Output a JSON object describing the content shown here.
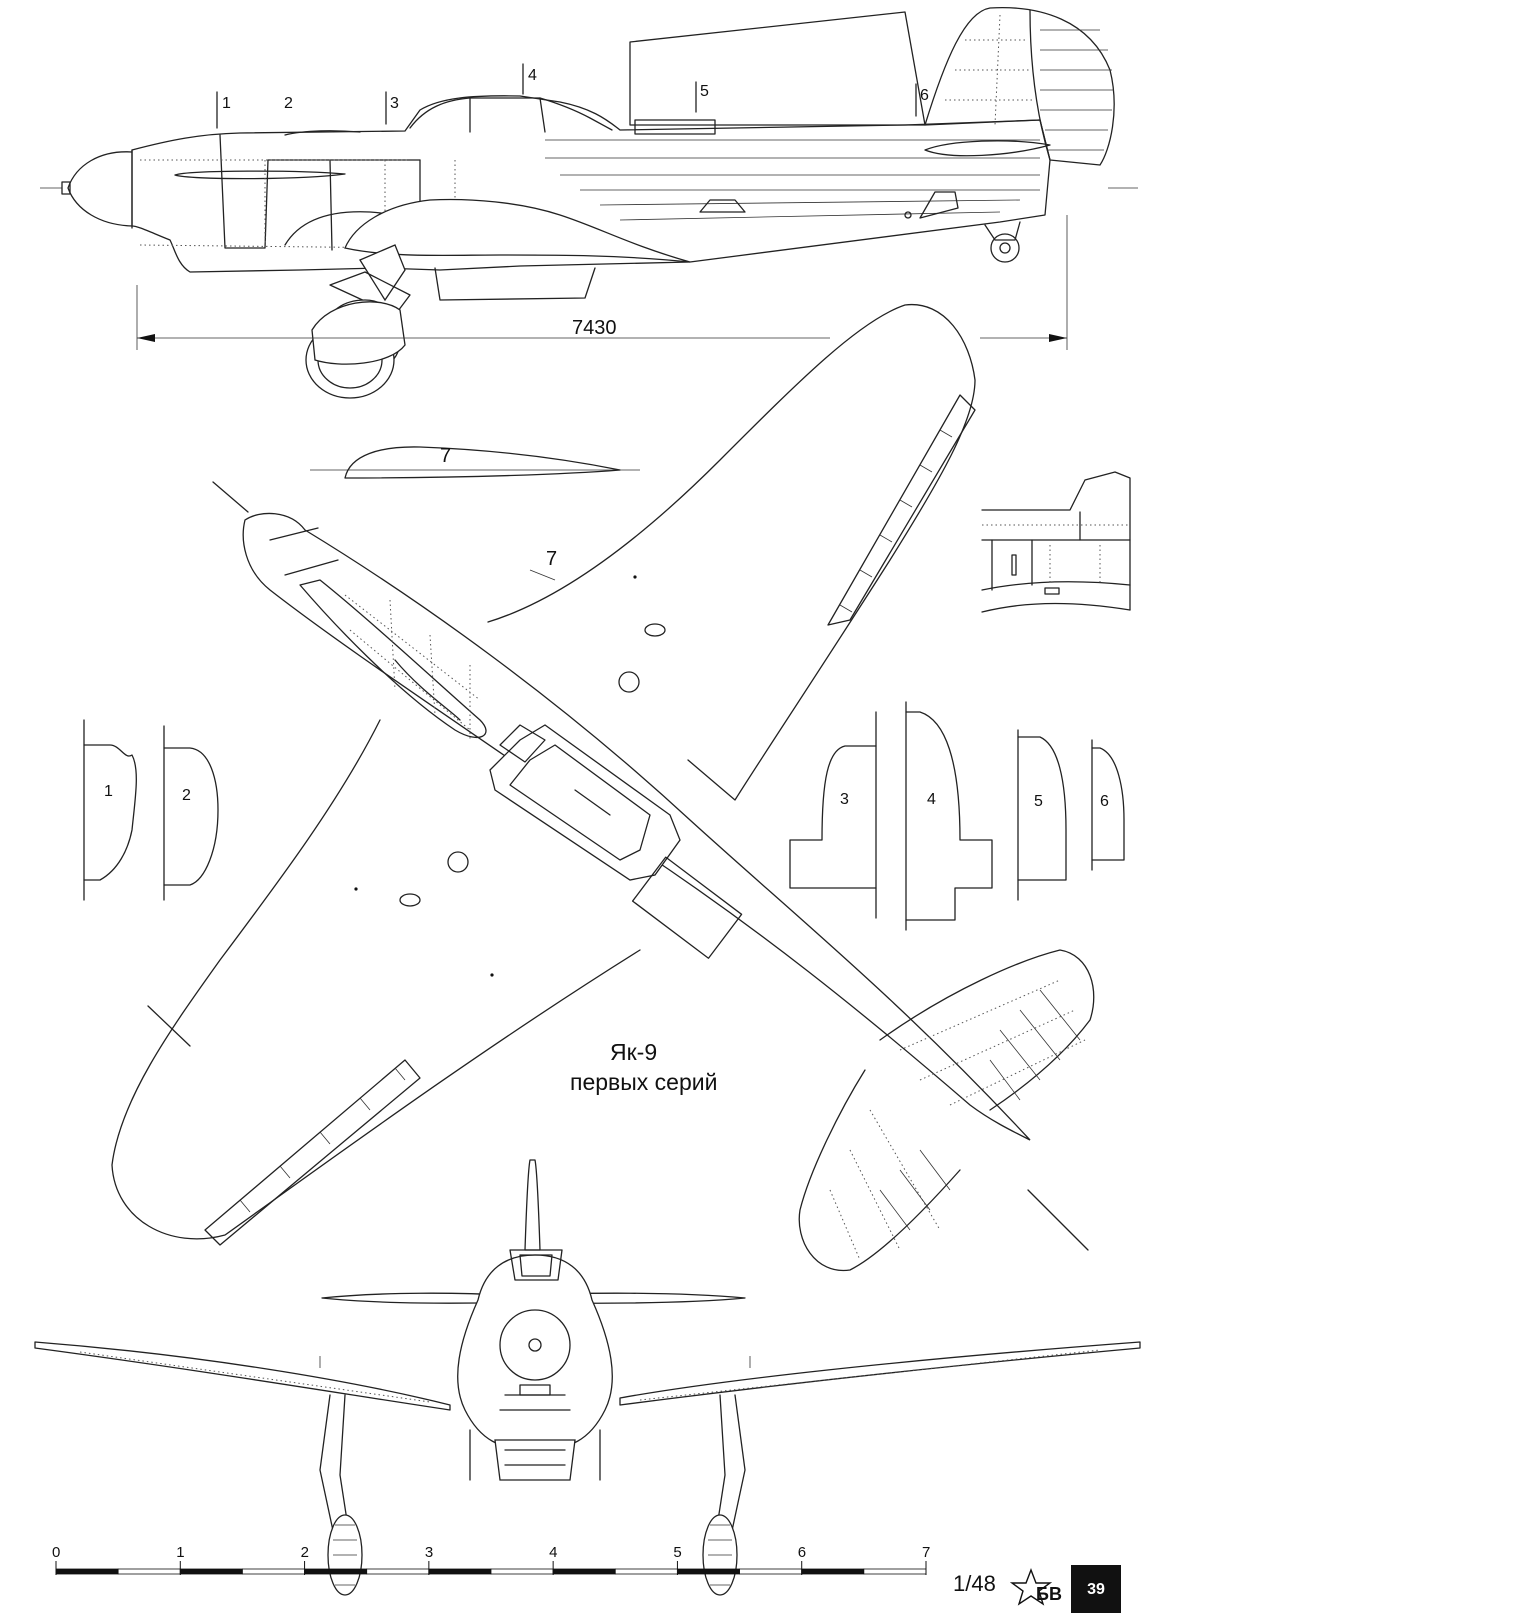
{
  "drawing": {
    "title_line1": "Як-9",
    "title_line2": "первых серий",
    "dimension": "7430",
    "section_labels": [
      "1",
      "2",
      "3",
      "4",
      "5",
      "6"
    ],
    "airfoil_label": "7",
    "wing_label": "7",
    "frame_labels": [
      {
        "id": "1",
        "text": "1"
      },
      {
        "id": "2",
        "text": "2"
      },
      {
        "id": "3",
        "text": "3"
      },
      {
        "id": "4",
        "text": "4"
      },
      {
        "id": "5",
        "text": "5"
      },
      {
        "id": "6",
        "text": "6"
      }
    ]
  },
  "scale_bar": {
    "ticks": [
      "0",
      "1",
      "2",
      "3",
      "4",
      "5",
      "6",
      "7"
    ],
    "ratio": "1/48"
  },
  "publisher_logo": "БВ",
  "page_number": "39"
}
